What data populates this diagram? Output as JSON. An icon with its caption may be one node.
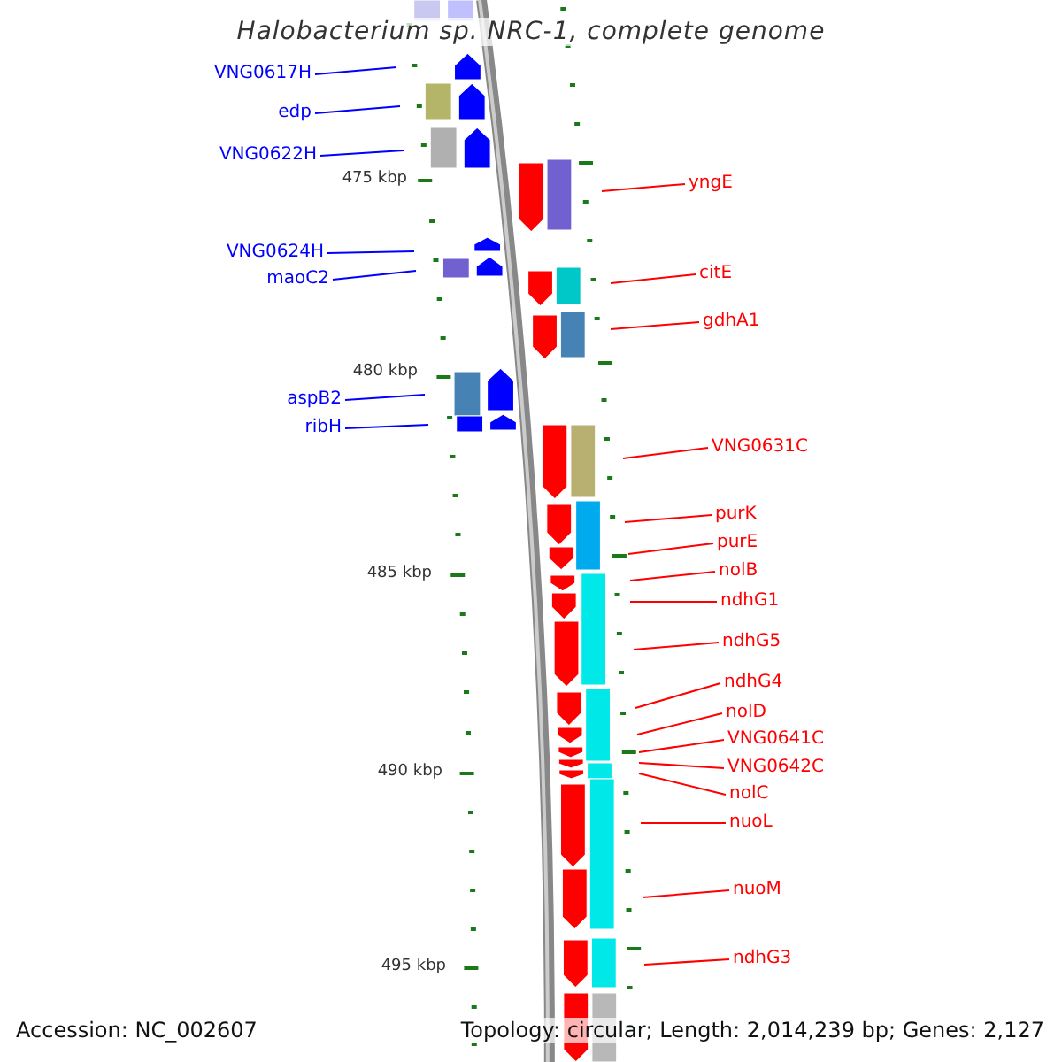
{
  "diagram": {
    "title": "Halobacterium sp. NRC-1, complete genome",
    "nodes": [
      {
        "text": [
          "VNG0617H"
        ]
      },
      {
        "text": [
          "edp"
        ]
      },
      {
        "text": [
          "VNG0622H"
        ]
      },
      {
        "text": [
          "yngE"
        ]
      },
      {
        "text": [
          "VNG0624H"
        ]
      },
      {
        "text": [
          "citE"
        ]
      },
      {
        "text": [
          "maoC2"
        ]
      },
      {
        "text": [
          "gdhA1"
        ]
      },
      {
        "text": [
          "aspB2"
        ]
      },
      {
        "text": [
          "ribH"
        ]
      },
      {
        "text": [
          "VNG0631C"
        ]
      },
      {
        "text": [
          "purK"
        ]
      },
      {
        "text": [
          "purE"
        ]
      },
      {
        "text": [
          "nolB"
        ]
      },
      {
        "text": [
          "ndhG1"
        ]
      },
      {
        "text": [
          "ndhG5"
        ]
      },
      {
        "text": [
          "ndhG4"
        ]
      },
      {
        "text": [
          "nolD"
        ]
      },
      {
        "text": [
          "VNG0641C"
        ]
      },
      {
        "text": [
          "VNG0642C"
        ]
      },
      {
        "text": [
          "nolC"
        ]
      },
      {
        "text": [
          "nuoL"
        ]
      },
      {
        "text": [
          "nuoM"
        ]
      },
      {
        "text": [
          "ndhG3"
        ]
      }
    ],
    "edges": [
      {
        "from": 0,
        "to": null,
        "arrow": "none",
        "color": "#0000ff"
      },
      {
        "from": 1,
        "to": null,
        "arrow": "none",
        "color": "#0000ff"
      },
      {
        "from": 2,
        "to": null,
        "arrow": "none",
        "color": "#0000ff"
      },
      {
        "from": 3,
        "to": null,
        "arrow": "none"
      },
      {
        "from": 4,
        "to": null,
        "arrow": "none",
        "color": "#0000ff"
      },
      {
        "from": 5,
        "to": null,
        "arrow": "none"
      },
      {
        "from": 6,
        "to": null,
        "arrow": "none",
        "color": "#0000ff"
      },
      {
        "from": 7,
        "to": null,
        "arrow": "none"
      },
      {
        "from": 8,
        "to": null,
        "arrow": "none",
        "color": "#0000ff"
      },
      {
        "from": 9,
        "to": null,
        "arrow": "none",
        "color": "#0000ff"
      },
      {
        "from": 10,
        "to": null,
        "arrow": "none"
      },
      {
        "from": 11,
        "to": null,
        "arrow": "none"
      },
      {
        "from": 12,
        "to": null,
        "arrow": "none"
      },
      {
        "from": 13,
        "to": null,
        "arrow": "none"
      },
      {
        "from": 14,
        "to": null,
        "arrow": "none"
      },
      {
        "from": 15,
        "to": null,
        "arrow": "none"
      },
      {
        "from": 16,
        "to": null,
        "arrow": "none"
      },
      {
        "from": 17,
        "to": null,
        "arrow": "none"
      },
      {
        "from": 18,
        "to": null,
        "arrow": "none"
      },
      {
        "from": 19,
        "to": null,
        "arrow": "none"
      },
      {
        "from": 20,
        "to": null,
        "arrow": "none"
      },
      {
        "from": 21,
        "to": null,
        "arrow": "none"
      },
      {
        "from": 22,
        "to": null,
        "arrow": "none"
      },
      {
        "from": 23,
        "to": null,
        "arrow": "none"
      }
    ],
    "labels": [
      "475 kbp",
      "480 kbp",
      "485 kbp",
      "490 kbp",
      "495 kbp",
      "Accession: NC_002607",
      "Topology: circular; Length: 2,014,239 bp; Genes: 2,127"
    ]
  }
}
